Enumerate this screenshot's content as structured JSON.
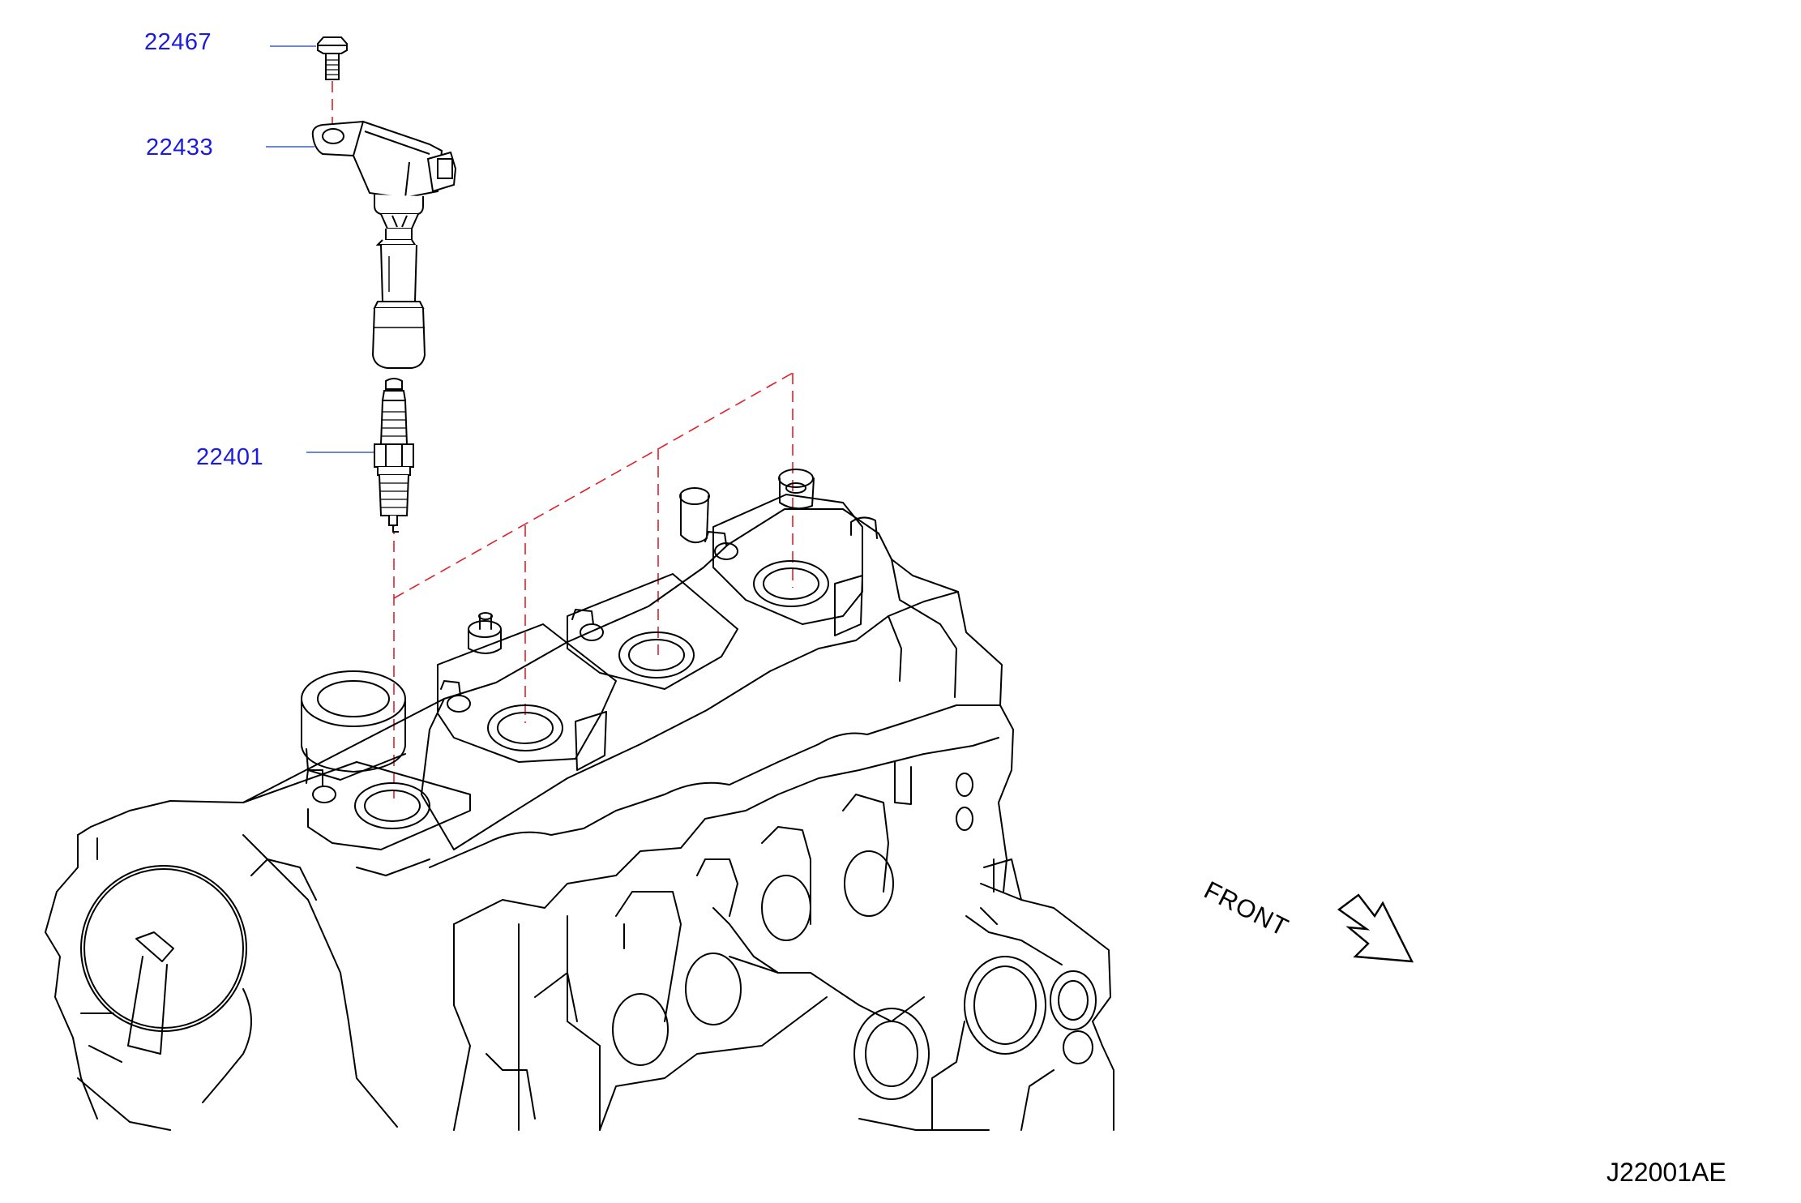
{
  "callouts": [
    {
      "id": "bolt",
      "part_number": "22467"
    },
    {
      "id": "ignition-coil",
      "part_number": "22433"
    },
    {
      "id": "spark-plug",
      "part_number": "22401"
    }
  ],
  "direction_label": "FRONT",
  "diagram_code": "J22001AE",
  "colors": {
    "callout_text": "#1a1ae0",
    "leader_line": "#3a5fcd",
    "dashed_guide": "#e0202a",
    "line_art": "#000000"
  }
}
